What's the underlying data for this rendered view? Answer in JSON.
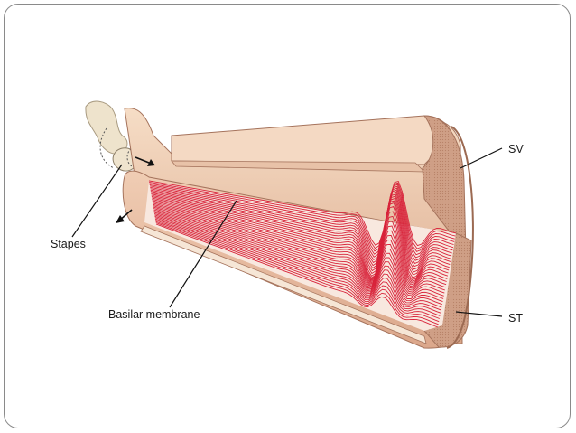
{
  "labels": {
    "stapes": "Stapes",
    "basilar_membrane": "Basilar membrane",
    "sv": "SV",
    "st": "ST"
  },
  "colors": {
    "tissue_light": "#f3d7c0",
    "tissue_mid": "#e2b296",
    "tissue_dark": "#c98f72",
    "membrane_lines": "#d8233a",
    "bone": "#eee3cc"
  }
}
